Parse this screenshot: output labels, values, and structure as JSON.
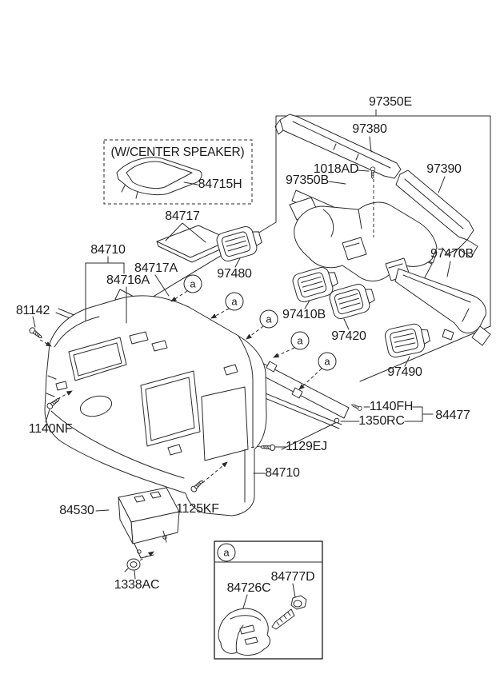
{
  "page": {
    "background": "#ffffff",
    "line_color": "#2b2b2b",
    "text_color": "#1c1c1c"
  },
  "callout": {
    "letter": "a"
  },
  "labels": {
    "speaker_note": "(W/CENTER SPEAKER)",
    "p84715H": "84715H",
    "p84717": "84717",
    "p84710_top": "84710",
    "p84717A": "84717A",
    "p84716A": "84716A",
    "p97480": "97480",
    "p97350E": "97350E",
    "p97380": "97380",
    "p1018AD": "1018AD",
    "p97350B": "97350B",
    "p97390": "97390",
    "p97470B": "97470B",
    "p97410B": "97410B",
    "p97420": "97420",
    "p97490": "97490",
    "p81142": "81142",
    "p1140NF": "1140NF",
    "p1129EJ": "1129EJ",
    "p84710_mid": "84710",
    "p1140FH": "1140FH",
    "p1350RC": "1350RC",
    "p84477": "84477",
    "p84530": "84530",
    "p1125KF": "1125KF",
    "p1338AC": "1338AC",
    "p84777D": "84777D",
    "p84726C": "84726C"
  }
}
